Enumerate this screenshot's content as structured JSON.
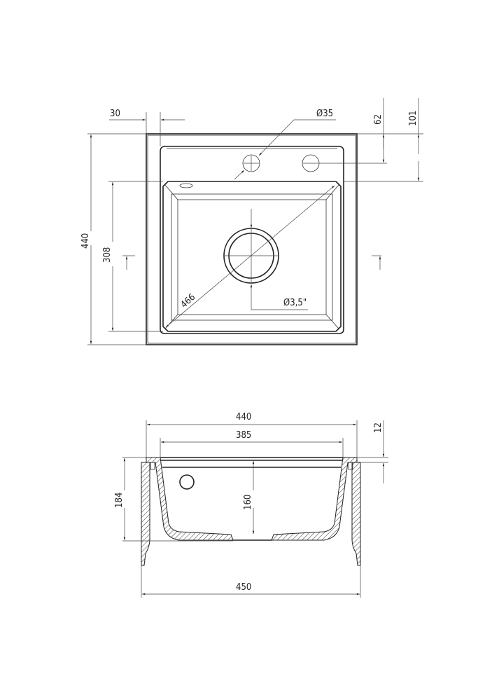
{
  "top_view": {
    "dim_overall_height": "440",
    "dim_bowl_height": "308",
    "dim_edge_offset": "30",
    "dim_tap_hole": "Ø35",
    "dim_tap_offset": "62",
    "dim_bowl_offset": "101",
    "dim_diagonal": "466",
    "dim_drain": "Ø3,5\""
  },
  "section_view": {
    "dim_overall_width": "440",
    "dim_bowl_width": "385",
    "dim_rim": "12",
    "dim_total_depth": "184",
    "dim_bowl_depth": "160",
    "dim_cabinet_width": "450"
  },
  "colors": {
    "line": "#222222",
    "background": "#ffffff"
  }
}
